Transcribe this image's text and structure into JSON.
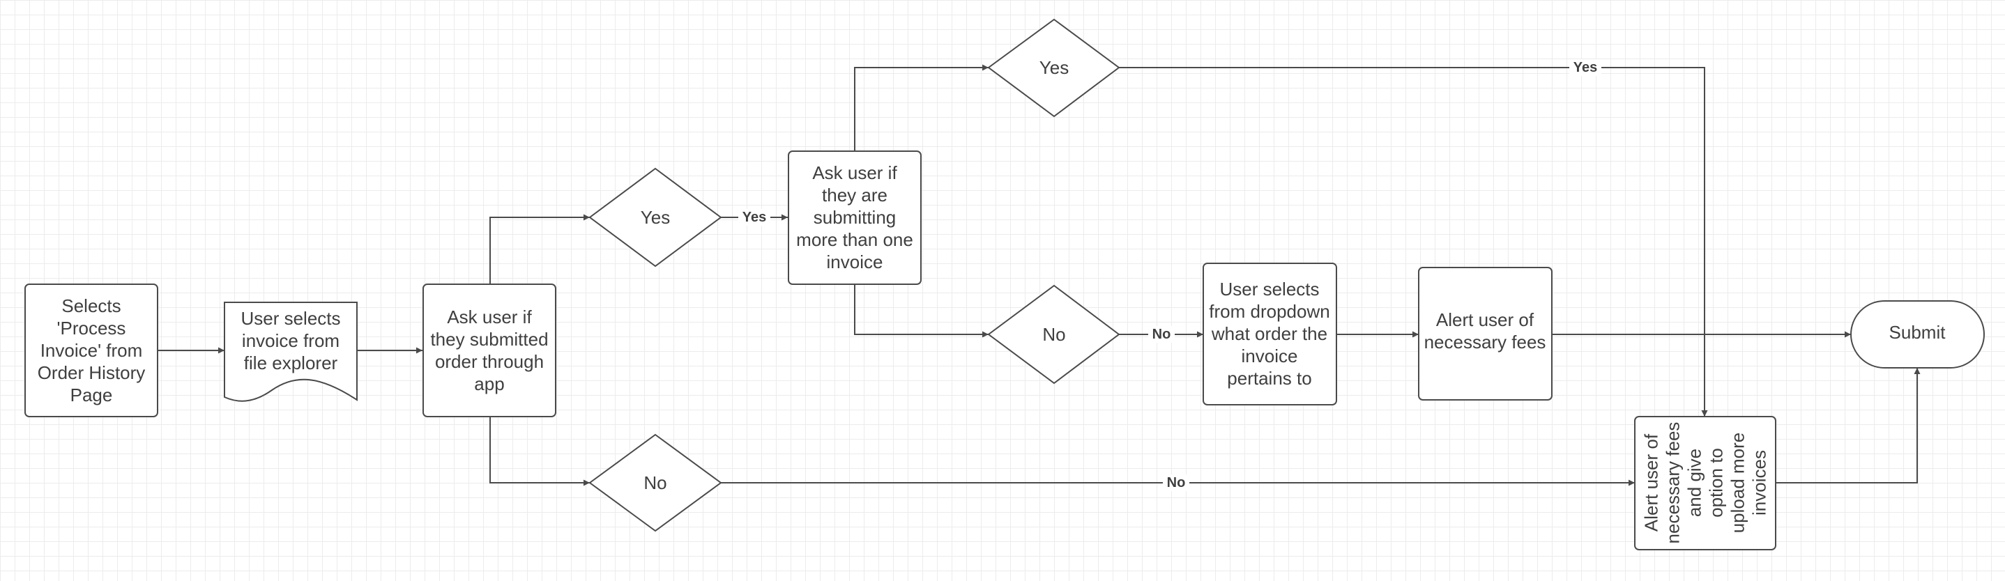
{
  "nodes": {
    "selects_process_invoice": [
      "Selects",
      "'Process",
      "Invoice' from",
      "Order History",
      "Page"
    ],
    "user_selects_invoice": [
      "User selects",
      "invoice from",
      "file explorer"
    ],
    "ask_submitted_through_app": [
      "Ask user if",
      "they submitted",
      "order through",
      "app"
    ],
    "decision_yes_1": "Yes",
    "decision_no_1": "No",
    "ask_more_than_one": [
      "Ask user if",
      "they are",
      "submitting",
      "more than one",
      "invoice"
    ],
    "decision_yes_2": "Yes",
    "decision_no_2": "No",
    "user_selects_dropdown": [
      "User selects",
      "from dropdown",
      "what order the",
      "invoice",
      "pertains to"
    ],
    "alert_fees": [
      "Alert user of",
      "necessary fees"
    ],
    "alert_fees_upload": [
      "Alert user of",
      "necessary fees",
      "and give",
      "option to",
      "upload more",
      "invoices"
    ],
    "submit": "Submit"
  },
  "edge_labels": {
    "yes_a": "Yes",
    "yes_b": "Yes",
    "no_a": "No",
    "no_b": "No"
  }
}
